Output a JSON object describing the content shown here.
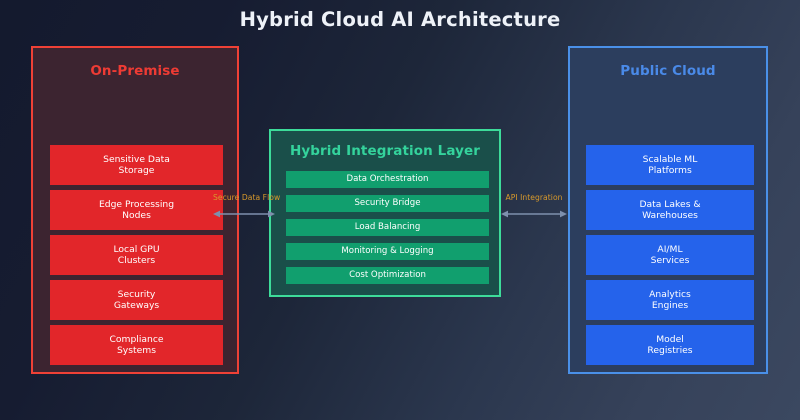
{
  "diagram": {
    "title": "Hybrid Cloud AI Architecture"
  },
  "panels": {
    "on_premise": {
      "title": "On-Premise",
      "accent_color": "#ee3b34",
      "border_color": "#ef4136",
      "fill_color": "#3c2430",
      "node_color": "#e2262a",
      "nodes": [
        {
          "line1": "Sensitive Data",
          "line2": "Storage"
        },
        {
          "line1": "Edge Processing",
          "line2": "Nodes"
        },
        {
          "line1": "Local GPU",
          "line2": "Clusters"
        },
        {
          "line1": "Security",
          "line2": "Gateways"
        },
        {
          "line1": "Compliance",
          "line2": "Systems"
        }
      ]
    },
    "hybrid": {
      "title": "Hybrid Integration Layer",
      "accent_color": "#34d39c",
      "border_color": "#3ddc9a",
      "fill_color": "#1a4f4a",
      "node_color": "#119f6e",
      "nodes": [
        {
          "line1": "Data Orchestration"
        },
        {
          "line1": "Security Bridge"
        },
        {
          "line1": "Load Balancing"
        },
        {
          "line1": "Monitoring & Logging"
        },
        {
          "line1": "Cost Optimization"
        }
      ]
    },
    "public_cloud": {
      "title": "Public Cloud",
      "accent_color": "#4a8ae8",
      "border_color": "#4a90e8",
      "fill_color": "#2c3e5e",
      "node_color": "#2563eb",
      "nodes": [
        {
          "line1": "Scalable ML",
          "line2": "Platforms"
        },
        {
          "line1": "Data Lakes &",
          "line2": "Warehouses"
        },
        {
          "line1": "AI/ML",
          "line2": "Services"
        },
        {
          "line1": "Analytics",
          "line2": "Engines"
        },
        {
          "line1": "Model",
          "line2": "Registries"
        }
      ]
    }
  },
  "connectors": [
    {
      "name": "secure-data-flow",
      "label": "Secure Data Flow",
      "label_color": "#d99a2b",
      "arrow_color": "#7e90ad",
      "direction": "bidirectional"
    },
    {
      "name": "api-integration",
      "label": "API Integration",
      "label_color": "#d99a2b",
      "arrow_color": "#7e90ad",
      "direction": "bidirectional"
    }
  ],
  "background": {
    "gradient_from": "#141a2e",
    "gradient_to": "#3b4860"
  }
}
